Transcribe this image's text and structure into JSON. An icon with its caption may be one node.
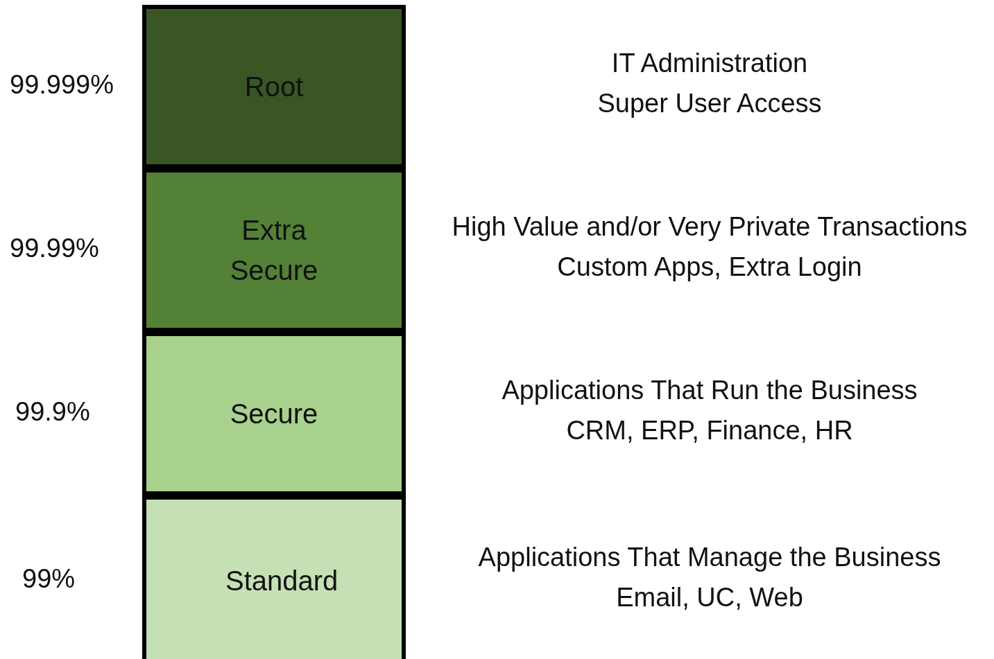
{
  "diagram": {
    "nodes": [
      {
        "text": [
          "Root"
        ],
        "beside": [
          "99.999%",
          "IT Administration",
          "Super User Access"
        ]
      },
      {
        "text": [
          "Extra Secure"
        ],
        "beside": [
          "99.99%",
          "High Value and/or Very Private Transactions",
          "Custom Apps, Extra Login"
        ]
      },
      {
        "text": [
          "Secure"
        ],
        "beside": [
          "99.9%",
          "Applications That Run the Business",
          "CRM, ERP, Finance, HR"
        ]
      },
      {
        "text": [
          "Standard"
        ],
        "beside": [
          "99%",
          "Applications That Manage the Business",
          "Email, UC, Web"
        ]
      }
    ],
    "edges": []
  }
}
